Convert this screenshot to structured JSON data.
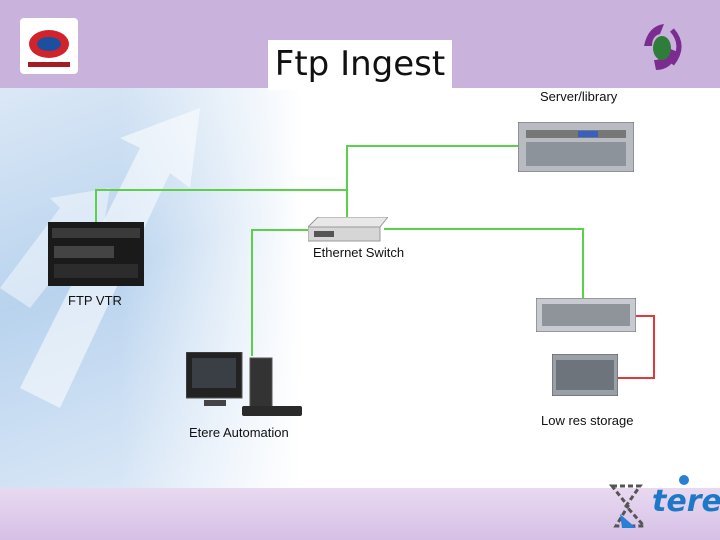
{
  "title": "Ftp Ingest",
  "nodes": {
    "server_library": "Server/library",
    "ethernet_switch": "Ethernet Switch",
    "ftp_vtr": "FTP VTR",
    "low_res_storage": "Low res storage",
    "etere_automation": "Etere Automation"
  },
  "brand": {
    "wordmark": "tere"
  },
  "colors": {
    "network_link": "#5bd04a",
    "storage_link": "#e23a3a",
    "title_band": "#c9b2dc"
  }
}
